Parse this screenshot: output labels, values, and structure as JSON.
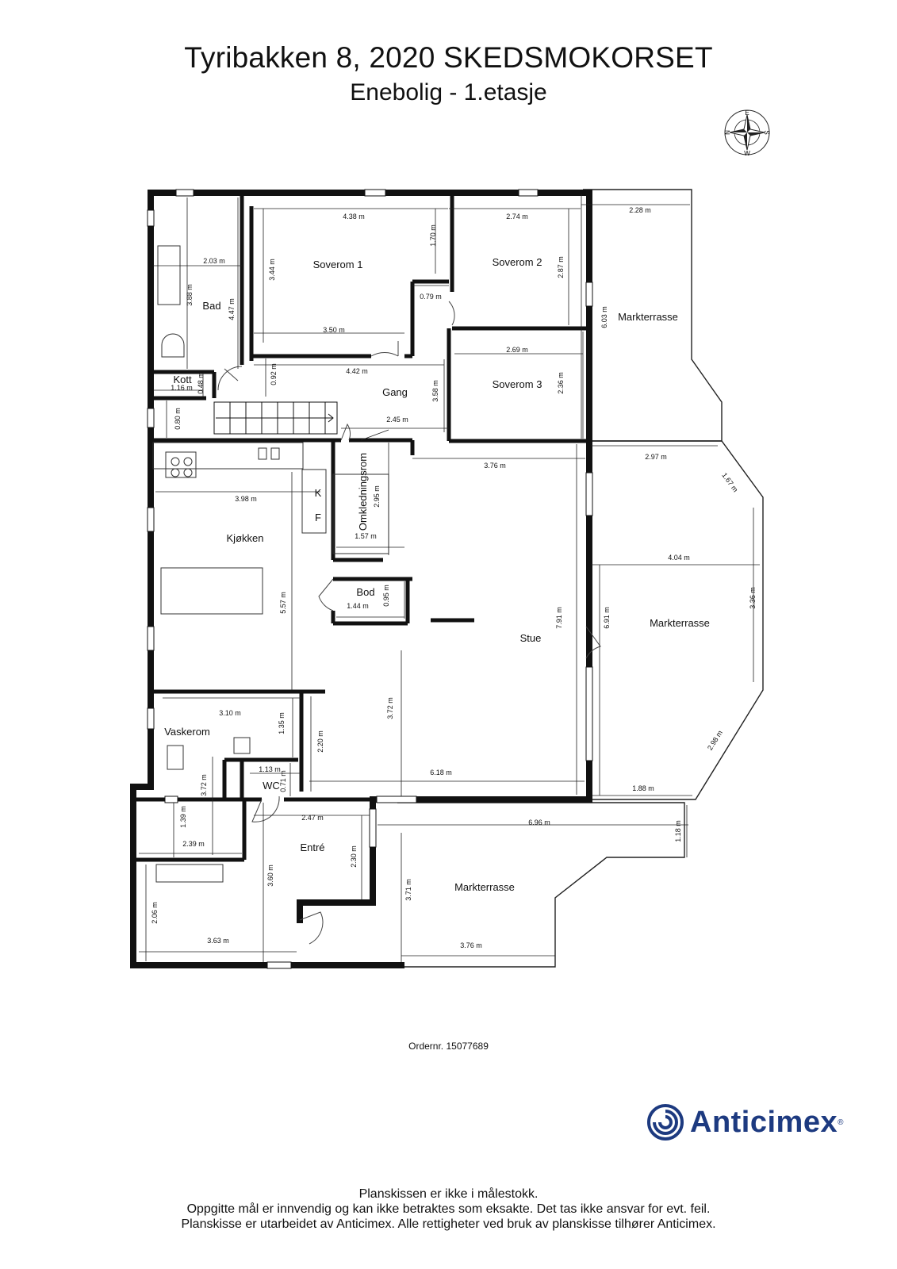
{
  "header": {
    "title": "Tyribakken 8, 2020 SKEDSMOKORSET",
    "subtitle": "Enebolig  - 1.etasje"
  },
  "compass": {
    "icon": "compass-rose-icon",
    "letters": [
      "N",
      "E",
      "S",
      "W"
    ]
  },
  "rooms": {
    "bad": "Bad",
    "kott": "Kott",
    "soverom1": "Soverom 1",
    "soverom2": "Soverom 2",
    "soverom3": "Soverom 3",
    "gang": "Gang",
    "kjokken": "Kjøkken",
    "omkledningsrom": "Omkledningsrom",
    "bod": "Bod",
    "stue": "Stue",
    "vaskerom": "Vaskerom",
    "wc": "WC",
    "entre": "Entré",
    "markterrasse_top": "Markterrasse",
    "markterrasse_right": "Markterrasse",
    "markterrasse_bottom": "Markterrasse",
    "fridge_k": "K",
    "freezer_f": "F"
  },
  "dimensions": {
    "d_438": "4.38 m",
    "d_344": "3.44 m",
    "d_170": "1.70 m",
    "d_350": "3.50 m",
    "d_079": "0.79 m",
    "d_274": "2.74 m",
    "d_287": "2.87 m",
    "d_269": "2.69 m",
    "d_236": "2.36 m",
    "d_228": "2.28 m",
    "d_603": "6.03 m",
    "d_203": "2.03 m",
    "d_388": "3.88 m",
    "d_447": "4.47 m",
    "d_116": "1.16 m",
    "d_048": "0.48 m",
    "d_092": "0.92 m",
    "d_442": "4.42 m",
    "d_358": "3.58 m",
    "d_080": "0.80 m",
    "d_245": "2.45 m",
    "d_398": "3.98 m",
    "d_557": "5.57 m",
    "d_295": "2.95 m",
    "d_157": "1.57 m",
    "d_144": "1.44 m",
    "d_095": "0.95 m",
    "d_376a": "3.76 m",
    "d_791": "7.91 m",
    "d_297": "2.97 m",
    "d_167": "1.67 m",
    "d_404": "4.04 m",
    "d_691": "6.91 m",
    "d_336": "3.36 m",
    "d_298": "2.98 m",
    "d_188": "1.88 m",
    "d_310": "3.10 m",
    "d_135": "1.35 m",
    "d_220": "2.20 m",
    "d_372a": "3.72 m",
    "d_372b": "3.72 m",
    "d_113": "1.13 m",
    "d_071": "0.71 m",
    "d_618": "6.18 m",
    "d_139": "1.39 m",
    "d_239": "2.39 m",
    "d_247": "2.47 m",
    "d_230": "2.30 m",
    "d_360": "3.60 m",
    "d_206": "2.06 m",
    "d_363": "3.63 m",
    "d_696": "6.96 m",
    "d_118": "1.18 m",
    "d_371": "3.71 m",
    "d_376b": "3.76 m"
  },
  "order_number": "Ordernr. 15077689",
  "logo": {
    "icon": "anticimex-logo-icon",
    "text": "Anticimex",
    "reg": "®",
    "color": "#1d3a80"
  },
  "footer": {
    "line1": "Planskissen er ikke i målestokk.",
    "line2": "Oppgitte mål er innvendig og kan ikke betraktes som eksakte. Det tas ikke ansvar for evt. feil.",
    "line3": "Planskisse er utarbeidet av Anticimex. Alle rettigheter ved bruk av planskisse tilhører Anticimex."
  }
}
